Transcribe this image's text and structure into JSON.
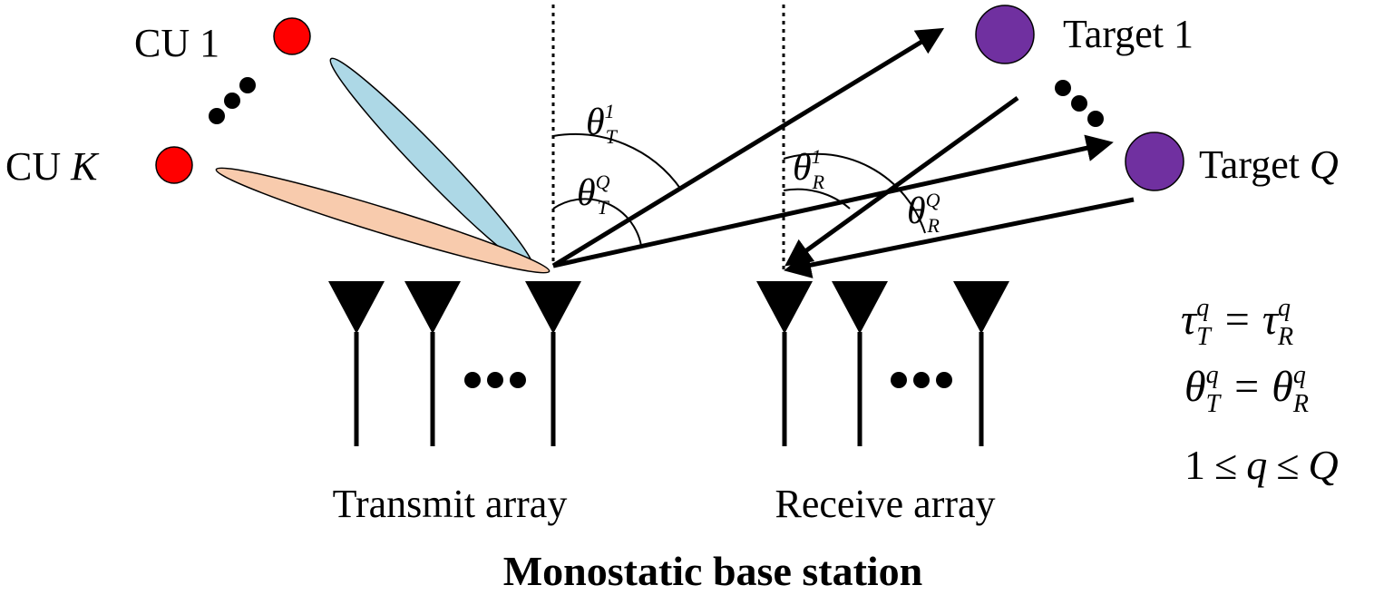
{
  "labels": {
    "cu_first_prefix": "CU 1",
    "cu_last_prefix": "CU ",
    "cu_last_var": "K",
    "target_first": "Target 1",
    "target_last_prefix": "Target ",
    "target_last_var": "Q",
    "transmit_array": "Transmit array",
    "receive_array": "Receive array",
    "base_station": "Monostatic base station"
  },
  "angles": {
    "theta_sym": "θ",
    "tx_first_sub": "T",
    "tx_first_sup": "1",
    "tx_last_sub": "T",
    "tx_last_sup": "Q",
    "rx_first_sub": "R",
    "rx_first_sup": "1",
    "rx_last_sub": "R",
    "rx_last_sup": "Q"
  },
  "equations": {
    "tau_sym": "τ",
    "theta_sym": "θ",
    "q_var": "q",
    "T_sub": "T",
    "R_sub": "R",
    "equals": "=",
    "range_one": "1",
    "range_le": "≤",
    "range_q": "q",
    "range_Q": "Q"
  },
  "colors": {
    "user_node": "#ff0000",
    "target_node": "#7030a0",
    "beam_1": "#add8e6",
    "beam_k": "#f8cbad",
    "line": "#000000"
  }
}
